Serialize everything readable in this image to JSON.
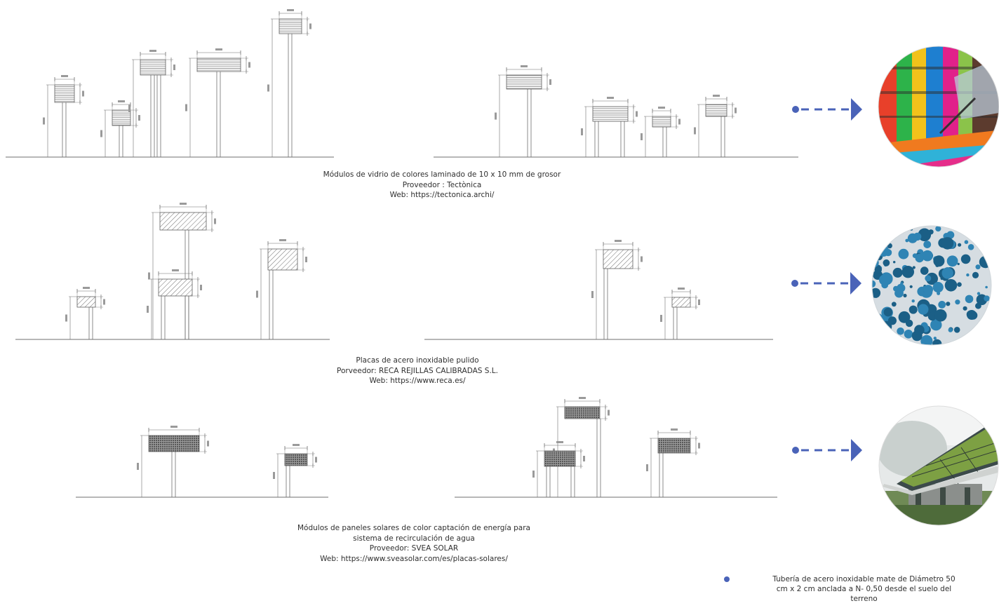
{
  "sections": [
    {
      "id": "glass",
      "caption": [
        "Módulos de vidrio de colores laminado de 10 x 10 mm de grosor",
        "Proveedor : Tectònica",
        "Web: https://tectonica.archi/"
      ],
      "photo": "colored-glass-photo"
    },
    {
      "id": "steel",
      "caption": [
        "Placas de  acero inoxidable pulido",
        "Porveedor: RECA REJILLAS CALIBRADAS S.L.",
        "Web: https://www.reca.es/"
      ],
      "photo": "perforated-steel-photo"
    },
    {
      "id": "solar",
      "caption": [
        "Módulos de paneles solares de color captación de energía para",
        "sistema de recirculación de agua",
        "Proveedor: SVEA SOLAR",
        "Web: https://www.sveasolar.com/es/placas-solares/"
      ],
      "photo": "solar-roof-photo"
    }
  ],
  "note": {
    "line1": "Tubería  de acero inoxidable mate de Diámetro 50",
    "line2": "cm x 2 cm  anclada a N- 0,50 desde el suelo del",
    "line3": "terreno",
    "bullet_color": "#4a63b8"
  },
  "colors": {
    "arrow": "#4a63b8",
    "line": "#6f6f6f"
  }
}
